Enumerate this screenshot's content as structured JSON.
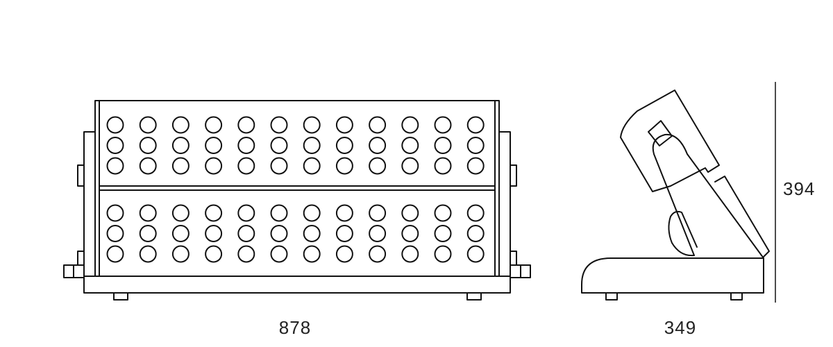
{
  "drawing": {
    "front_view": {
      "width_label": "878",
      "lens_grid": {
        "columns": 12,
        "rows_per_module": 3,
        "modules": 2
      }
    },
    "side_view": {
      "depth_label": "349",
      "height_label": "394"
    }
  },
  "colors": {
    "line": "#111111",
    "background": "#ffffff"
  }
}
